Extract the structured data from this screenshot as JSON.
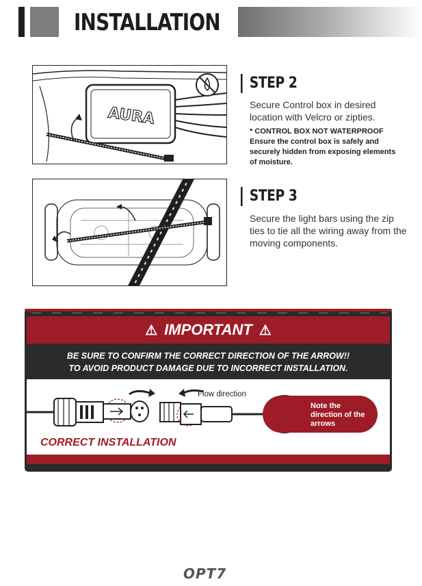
{
  "header": {
    "title": "INSTALLATION"
  },
  "step2": {
    "heading": "STEP 2",
    "body": "Secure Control box in desired location with Velcro or zipties.",
    "note": "*  CONTROL BOX NOT WATERPROOF Ensure the control box is safely and securely hidden from exposing elements of moisture.",
    "box_label": "AURA"
  },
  "step3": {
    "heading": "STEP 3",
    "body": "Secure the light bars using the zip ties to tie all the wiring away from the moving components."
  },
  "important": {
    "title": "IMPORTANT",
    "message_line1": "BE SURE TO CONFIRM THE CORRECT DIRECTION OF THE ARROW!!",
    "message_line2": "TO AVOID PRODUCT DAMAGE DUE TO INCORRECT INSTALLATION.",
    "flow_label": "Flow direction",
    "note": "Note the direction of the arrows",
    "correct_label": "CORRECT INSTALLATION"
  },
  "footer": {
    "logo": "OPT7"
  },
  "colors": {
    "accent_red": "#9e1c27",
    "dark": "#2b2b2b"
  }
}
